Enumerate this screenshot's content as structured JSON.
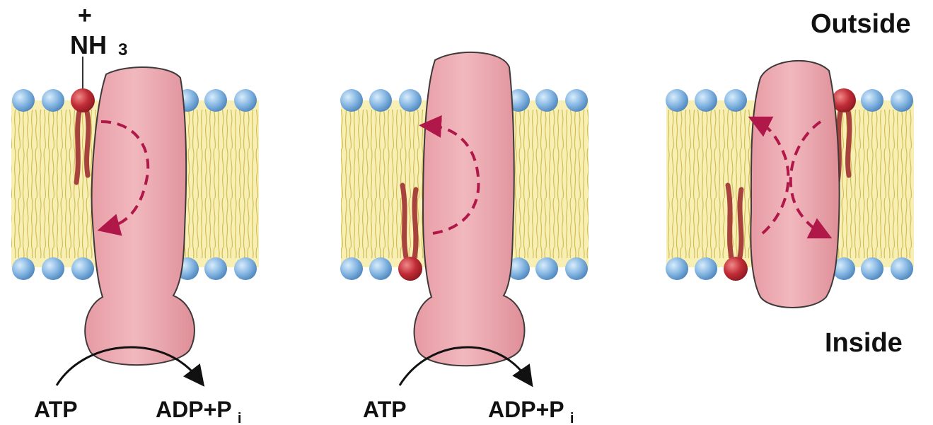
{
  "labels": {
    "outside": "Outside",
    "inside": "Inside",
    "charge": "+",
    "nh3": "NH",
    "nh3_sub": "3"
  },
  "panels": [
    {
      "atp": "ATP",
      "adp": "ADP+P",
      "adp_sub": "i",
      "has_atp_arrow": true
    },
    {
      "atp": "ATP",
      "adp": "ADP+P",
      "adp_sub": "i",
      "has_atp_arrow": true
    },
    {
      "has_atp_arrow": false
    }
  ],
  "colors": {
    "membrane_core": "#f7efb4",
    "head_blue": "#86b7e3",
    "head_red": "#c22c36",
    "tail_red": "#a8423d",
    "protein": "#eaa3ab",
    "arrow_dashed": "#b1184a",
    "atp_arrow": "#111111"
  }
}
